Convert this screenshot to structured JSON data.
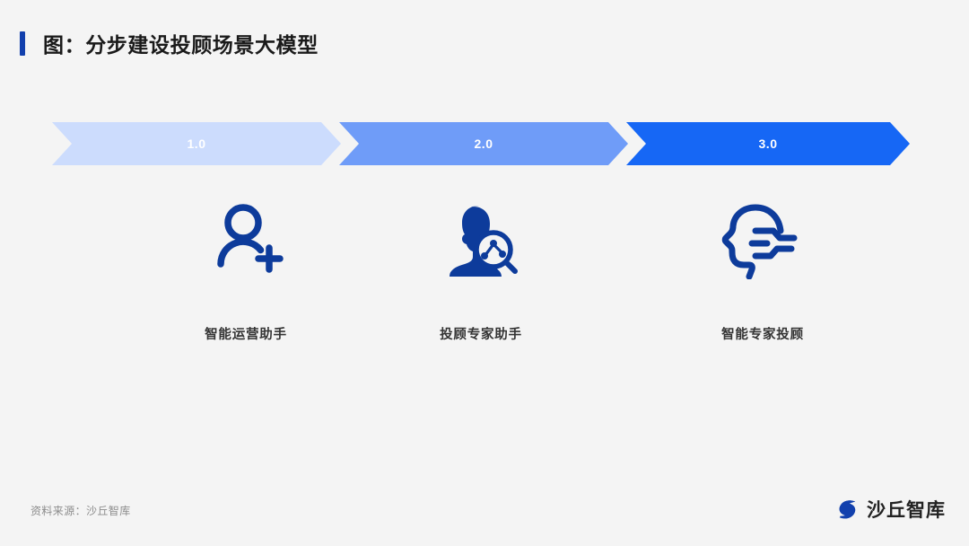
{
  "header": {
    "title": "图：分步建设投顾场景大模型",
    "accent_color": "#1240ad"
  },
  "roadmap": {
    "stages": [
      {
        "version": "1.0",
        "label": "智能运营助手",
        "chevron_color": "#ccdcfd",
        "icon": "add-person-icon",
        "icon_color": "#0d3b9b"
      },
      {
        "version": "2.0",
        "label": "投顾专家助手",
        "chevron_color": "#6f9cf8",
        "icon": "person-search-analytics-icon",
        "icon_color": "#0d3b9b"
      },
      {
        "version": "3.0",
        "label": "智能专家投顾",
        "chevron_color": "#1667f5",
        "icon": "ai-head-circuit-icon",
        "icon_color": "#0d3b9b"
      }
    ]
  },
  "footer": {
    "source": "资料来源：沙丘智库",
    "logo_text": "沙丘智库",
    "logo_mark": "shaqiu-s-logo-icon",
    "logo_color": "#1240ad"
  },
  "theme": {
    "background": "#f4f4f4",
    "title_color": "#1a1a1a",
    "label_color": "#333333",
    "source_color": "#8c8c8c"
  }
}
